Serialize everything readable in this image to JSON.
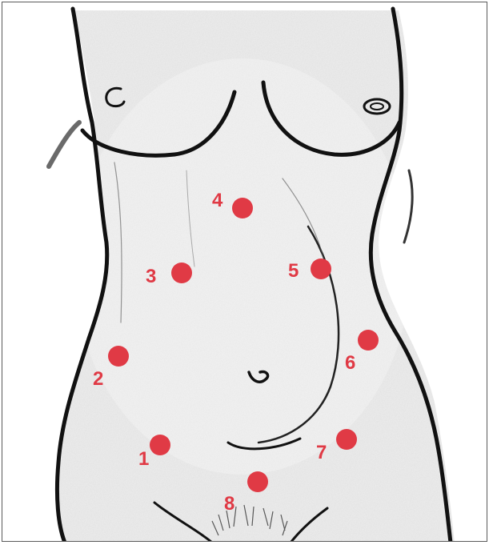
{
  "diagram": {
    "marker_color": "#e03a45",
    "outline_color": "#111111",
    "markers": [
      {
        "id": "1",
        "label": "1"
      },
      {
        "id": "2",
        "label": "2"
      },
      {
        "id": "3",
        "label": "3"
      },
      {
        "id": "4",
        "label": "4"
      },
      {
        "id": "5",
        "label": "5"
      },
      {
        "id": "6",
        "label": "6"
      },
      {
        "id": "7",
        "label": "7"
      },
      {
        "id": "8",
        "label": "8"
      }
    ]
  }
}
